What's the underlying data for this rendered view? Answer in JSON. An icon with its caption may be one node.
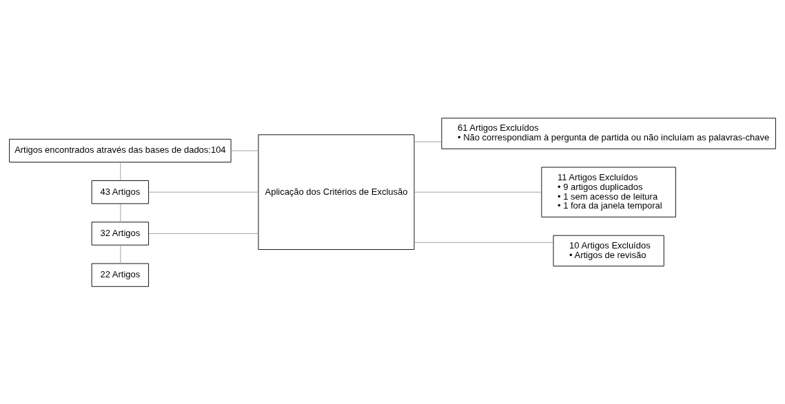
{
  "diagram": {
    "nodes": [
      {
        "text": [
          "Artigos encontrados através das bases de dados:104"
        ]
      },
      {
        "text": [
          "43 Artigos"
        ]
      },
      {
        "text": [
          "32 Artigos"
        ]
      },
      {
        "text": [
          "22 Artigos"
        ]
      },
      {
        "text": [
          "Aplicação dos Critérios de Exclusão"
        ]
      },
      {
        "text": [
          "61 Artigos Excluídos",
          "• Não correspondiam à pergunta de partida ou não incluíam as palavras-chave"
        ]
      },
      {
        "text": [
          "11 Artigos Excluídos",
          "• 9 artigos duplicados",
          "• 1 sem acesso de leitura",
          "• 1 fora da janela temporal"
        ]
      },
      {
        "text": [
          "10 Artigos Excluídos",
          "• Artigos de revisão"
        ]
      }
    ],
    "edges": [
      {
        "from": 0,
        "to": 1,
        "arrow": "none"
      },
      {
        "from": 1,
        "to": 2,
        "arrow": "none"
      },
      {
        "from": 2,
        "to": 3,
        "arrow": "none"
      },
      {
        "from": 0,
        "to": 4,
        "arrow": "none"
      },
      {
        "from": 1,
        "to": 4,
        "arrow": "none"
      },
      {
        "from": 2,
        "to": 4,
        "arrow": "none"
      },
      {
        "from": 4,
        "to": 5,
        "arrow": "none"
      },
      {
        "from": 4,
        "to": 6,
        "arrow": "none"
      },
      {
        "from": 4,
        "to": 7,
        "arrow": "none"
      }
    ]
  }
}
